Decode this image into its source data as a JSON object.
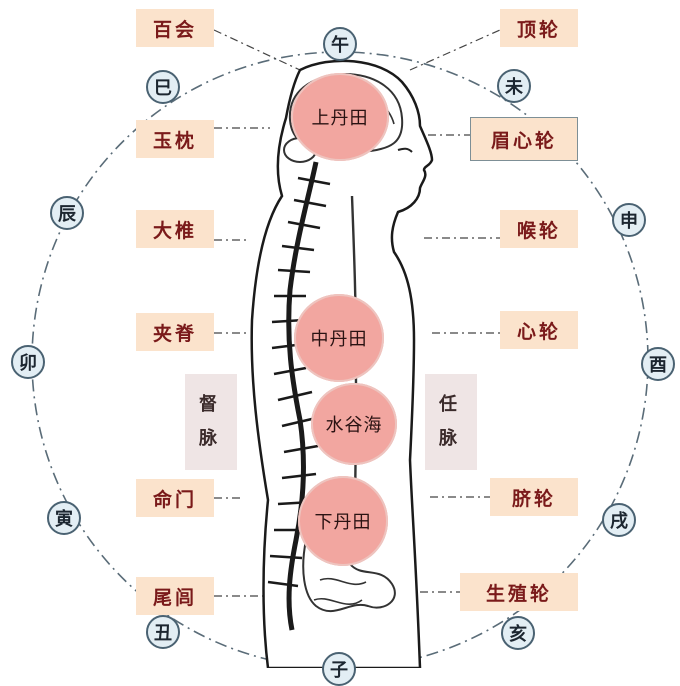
{
  "labels_left": [
    "百会",
    "玉枕",
    "大椎",
    "夹脊",
    "命门",
    "尾闾"
  ],
  "labels_right": [
    "顶轮",
    "眉心轮",
    "喉轮",
    "心轮",
    "脐轮",
    "生殖轮"
  ],
  "earthly_branches": [
    "午",
    "未",
    "申",
    "酉",
    "戌",
    "亥",
    "子",
    "丑",
    "寅",
    "卯",
    "辰",
    "巳"
  ],
  "dantian": {
    "upper": "上丹田",
    "middle": "中丹田",
    "water_valley_sea": "水谷海",
    "lower": "下丹田"
  },
  "meridians": {
    "du": [
      "督",
      "脉"
    ],
    "ren": [
      "任",
      "脉"
    ]
  },
  "colors": {
    "label_fill": "#fbe3cc",
    "label_text": "#7a1a1a",
    "dantian_fill": "#f2a6a0",
    "branch_fill": "#e3eef4",
    "branch_stroke": "#4a6272",
    "circle_stroke": "#5a6c78"
  }
}
